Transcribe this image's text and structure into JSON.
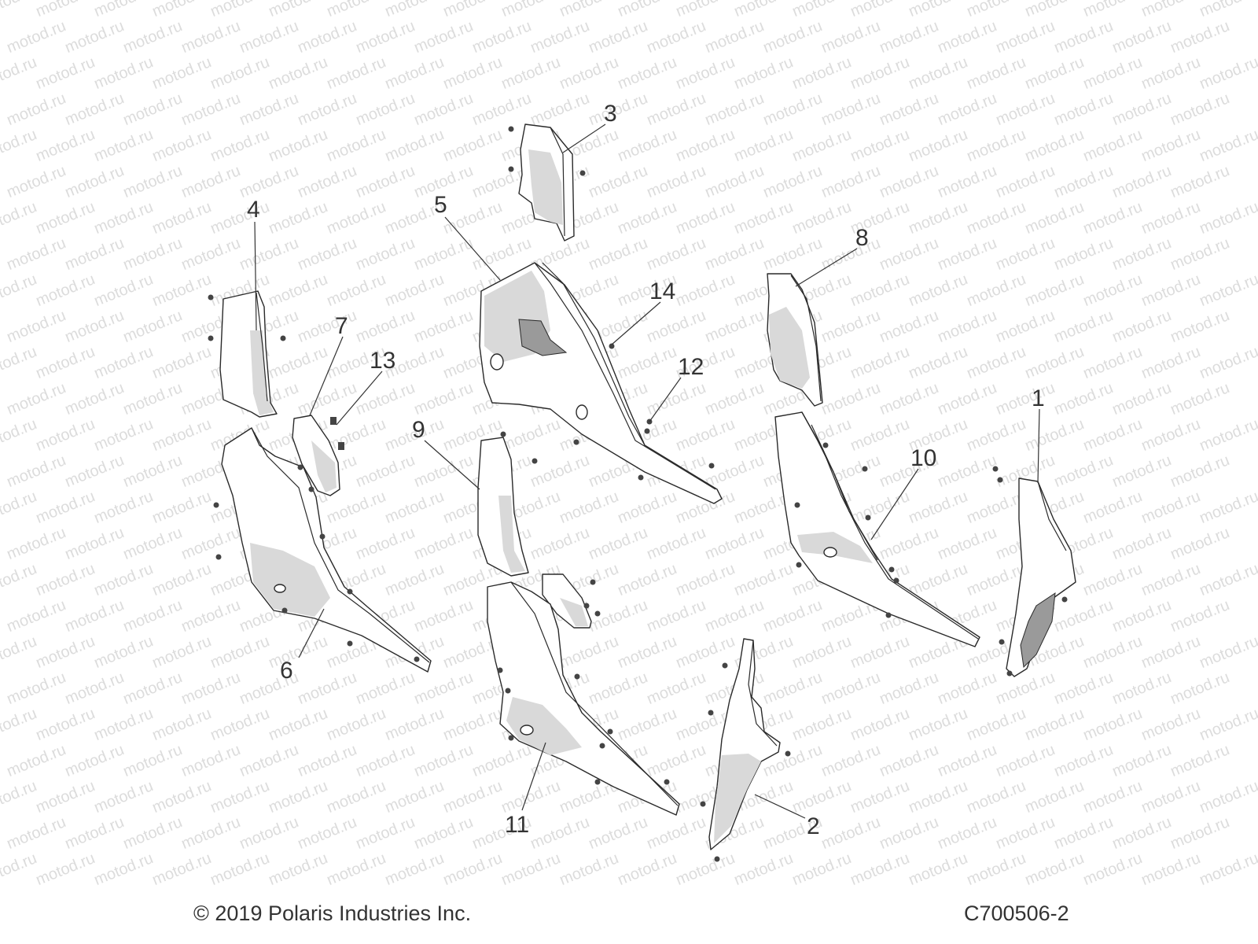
{
  "callouts": [
    "1",
    "2",
    "3",
    "4",
    "5",
    "6",
    "7",
    "8",
    "9",
    "10",
    "11",
    "12",
    "13",
    "14"
  ],
  "watermark": "motod.ru",
  "copyright": "© 2019 Polaris Industries Inc.",
  "diagram_code": "C700506-2"
}
